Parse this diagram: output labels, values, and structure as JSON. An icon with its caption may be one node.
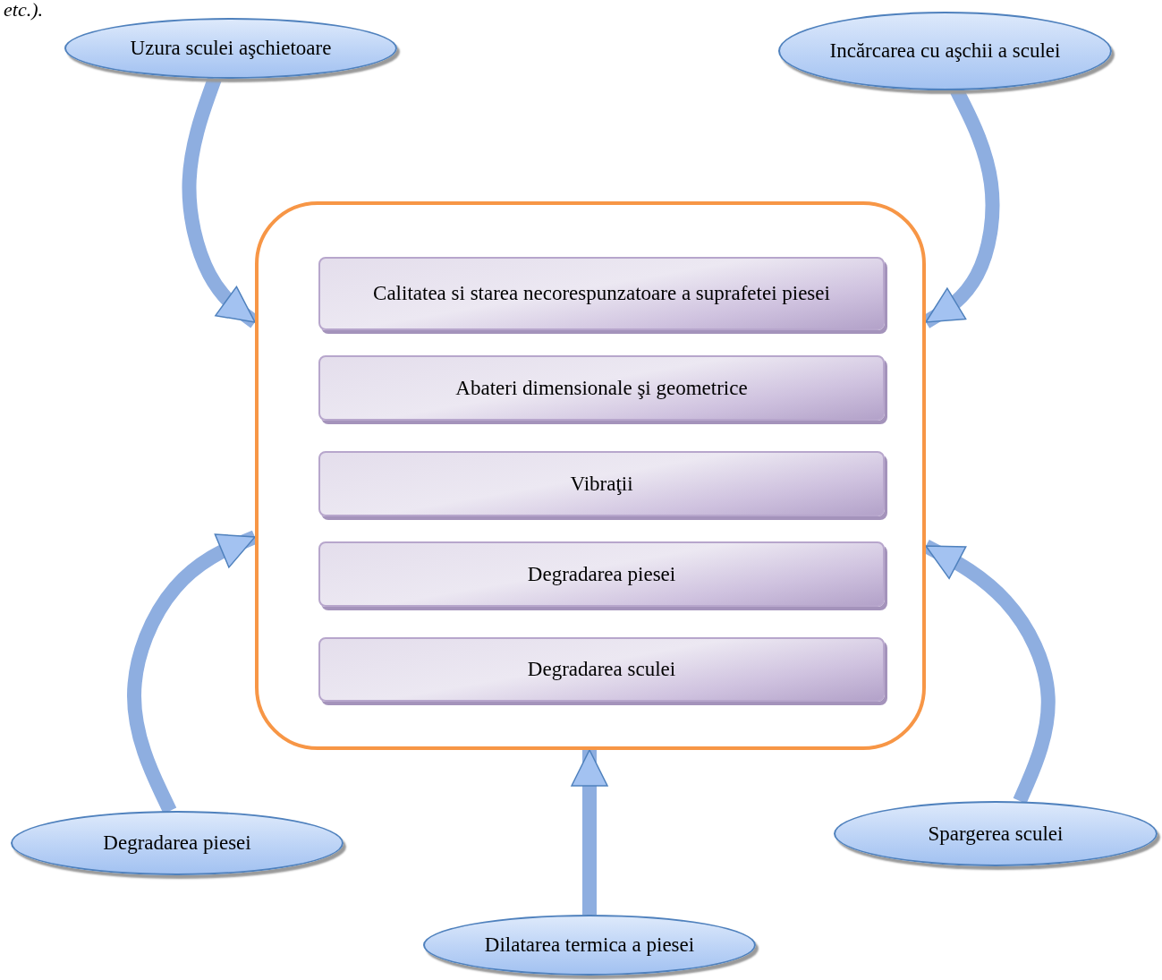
{
  "diagram": {
    "nodes": [
      {
        "text": [],
        "shape": "box"
      },
      {
        "text": [
          "Calitatea si starea necorespunzatoare a suprafetei piesei"
        ],
        "in": 0
      },
      {
        "text": [
          "Abateri dimensionale şi geometrice"
        ],
        "in": 0
      },
      {
        "text": [
          "Vibraţii"
        ],
        "in": 0
      },
      {
        "text": [
          "Degradarea piesei"
        ],
        "in": 0
      },
      {
        "text": [
          "Degradarea sculei"
        ],
        "in": 0
      },
      {
        "text": [
          "Uzura sculei  aşchietoare"
        ]
      },
      {
        "text": [
          "Incărcarea cu aşchii a sculei"
        ]
      },
      {
        "text": [
          "Degradarea piesei"
        ]
      },
      {
        "text": [
          "Spargerea sculei"
        ]
      },
      {
        "text": [
          "Dilatarea termica a piesei"
        ]
      }
    ],
    "edges": [
      {
        "from": 6,
        "to": 0,
        "arrow": "to"
      },
      {
        "from": 7,
        "to": 0,
        "arrow": "to"
      },
      {
        "from": 8,
        "to": 0,
        "arrow": "to"
      },
      {
        "from": 9,
        "to": 0,
        "arrow": "to"
      },
      {
        "from": 10,
        "to": 0,
        "arrow": "to"
      }
    ],
    "labels": [
      "etc.)."
    ]
  }
}
